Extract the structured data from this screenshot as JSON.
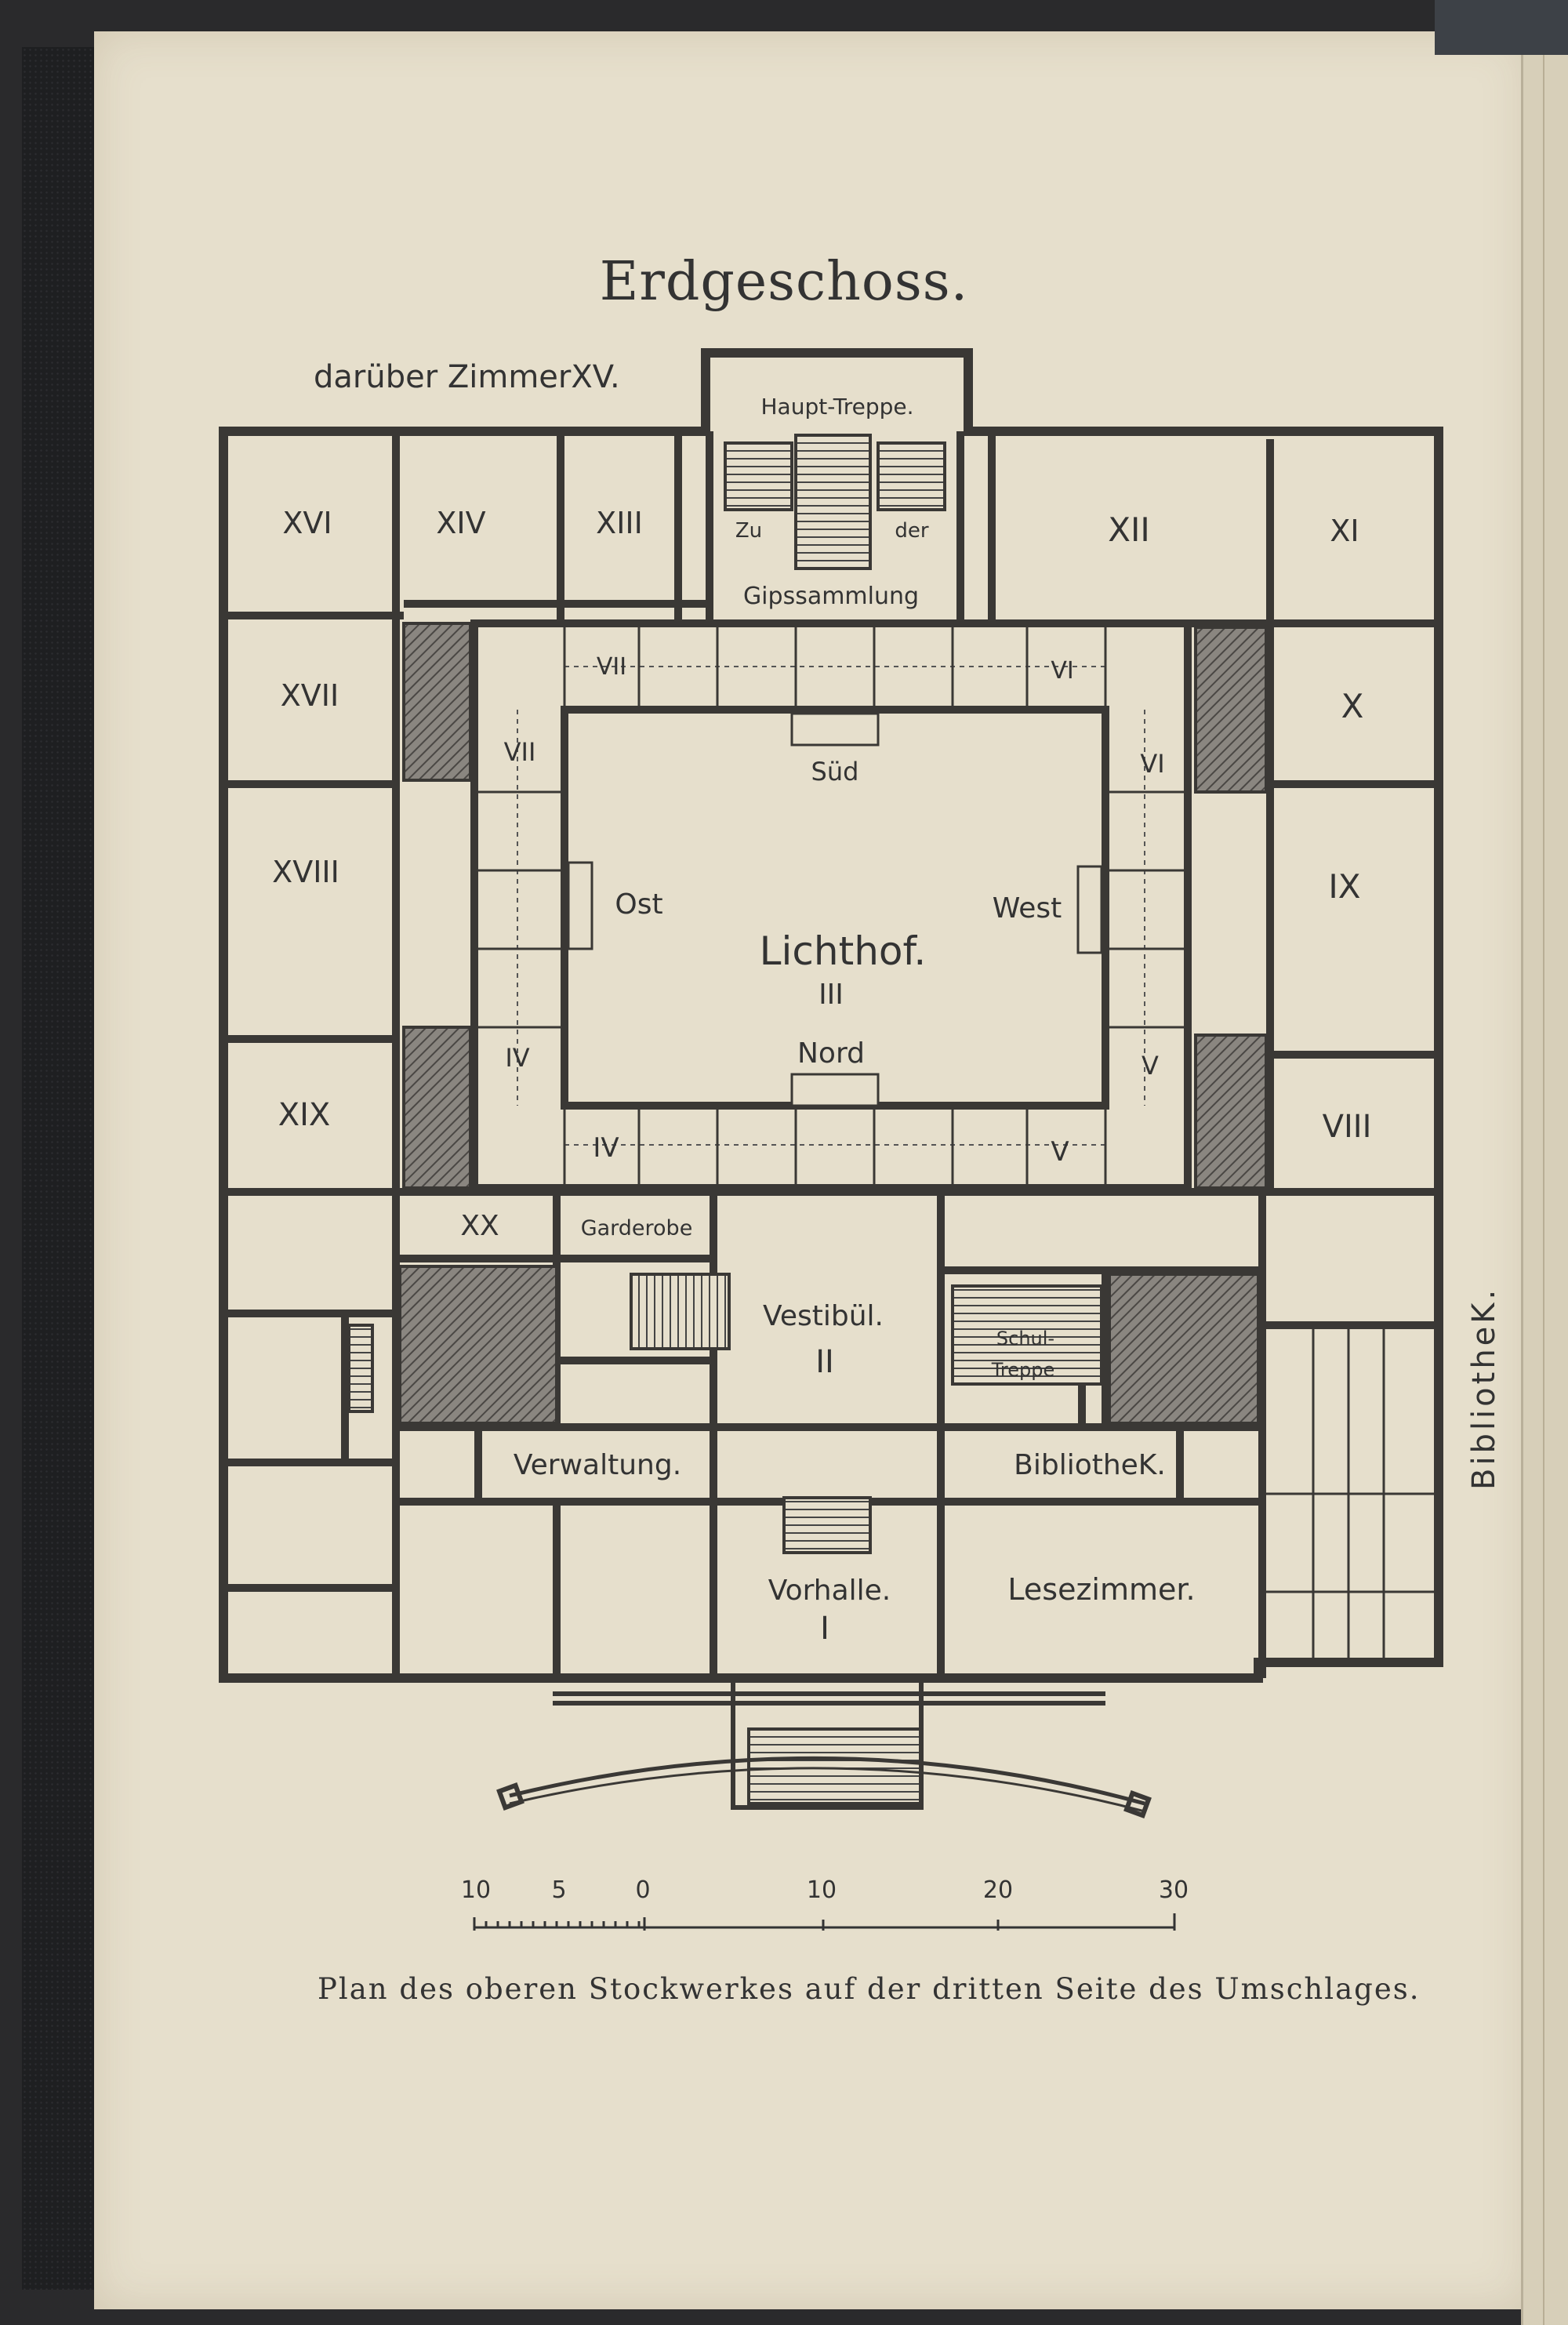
{
  "title": "Erdgeschoss.",
  "note": "darüber ZimmerXV.",
  "side_label": "BibliotheK.",
  "caption": "Plan des oberen Stockwerkes auf der dritten Seite des Umschlages.",
  "rooms": {
    "haupt_treppe": "Haupt-Treppe.",
    "zu": "Zu",
    "der": "der",
    "gipssammlung": "Gipssammlung",
    "r16": "XVI",
    "r14": "XIV",
    "r13": "XIII",
    "r12": "XII",
    "r11": "XI",
    "r17": "XVII",
    "r10": "X",
    "r18": "XVIII",
    "r9": "IX",
    "r19": "XIX",
    "r8": "VIII",
    "r20": "XX",
    "garderobe": "Garderobe",
    "verwaltung": "Verwaltung.",
    "bibliothek": "BibliotheK.",
    "lesezimmer": "Lesezimmer.",
    "vestibuel": "Vestibül.",
    "vestibuel_num": "II",
    "vorhalle": "Vorhalle.",
    "vorhalle_num": "I",
    "schul": "Schul-",
    "treppe": "Treppe",
    "lichthof": "Lichthof.",
    "lichthof_num": "III",
    "sued": "Süd",
    "nord": "Nord",
    "ost": "Ost",
    "west": "West",
    "bay_vii_top": "VII",
    "bay_vi_top": "VI",
    "bay_vii_left": "VII",
    "bay_vi_right": "VI",
    "bay_iv_left": "IV",
    "bay_v_right": "V",
    "bay_iv_bottom": "IV",
    "bay_v_bottom": "V"
  },
  "scale": {
    "ticks": [
      "10",
      "5",
      "0",
      "10",
      "20",
      "30"
    ]
  }
}
